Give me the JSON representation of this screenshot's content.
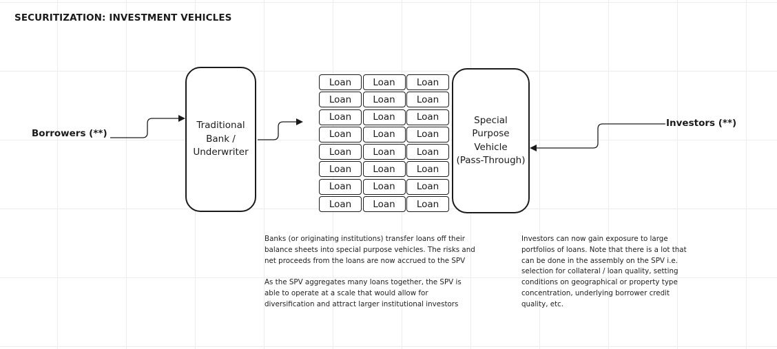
{
  "title": "SECURITIZATION: INVESTMENT VEHICLES",
  "borrowers": {
    "label": "Borrowers (**)"
  },
  "investors": {
    "label": "Investors (**)"
  },
  "bank": {
    "label": "Traditional\nBank /\nUnderwriter"
  },
  "spv": {
    "label": "Special\nPurpose\nVehicle\n(Pass-Through)"
  },
  "loans": {
    "label": "Loan",
    "rows": 8,
    "cols": 3
  },
  "notes": {
    "banks": [
      "Banks (or originating institutions) transfer loans off their balance sheets into special purpose vehicles.  The risks and net proceeds from the loans are now accrued to the SPV",
      "As the SPV aggregates many loans together, the SPV is able to operate at a scale that would allow for diversification and attract larger institutional investors"
    ],
    "investors": [
      "Investors can now gain exposure to large portfolios of loans.  Note that there is a lot that can be done in the assembly on the SPV i.e. selection for collateral / loan quality, setting conditions on geographical or property type concentration, underlying borrower credit quality, etc."
    ]
  }
}
